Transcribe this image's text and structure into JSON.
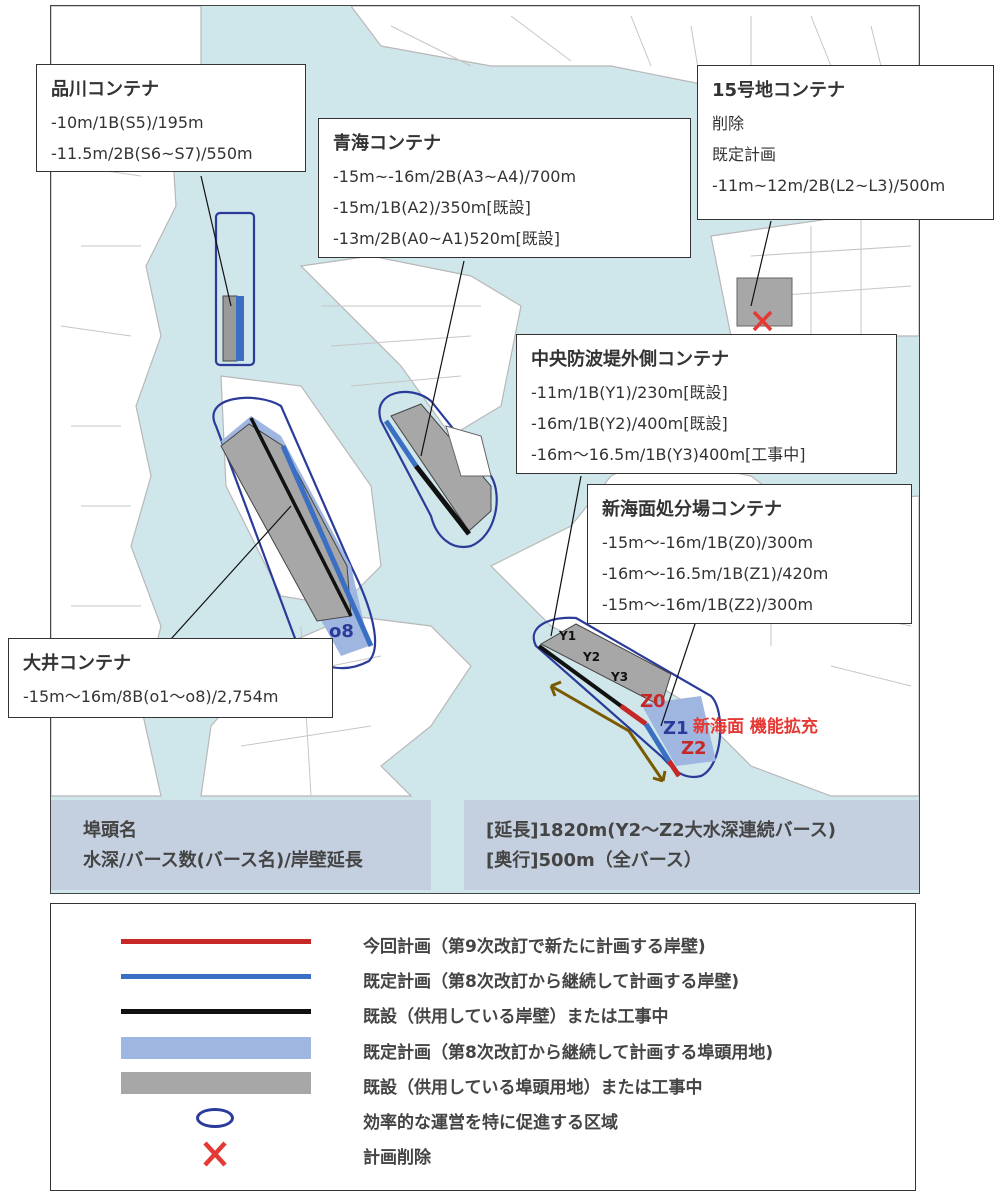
{
  "callouts": {
    "shinagawa": {
      "title": "品川コンテナ",
      "lines": [
        "-10m/1B(S5)/195m",
        "-11.5m/2B(S6~S7)/550m"
      ]
    },
    "aomi": {
      "title": "青海コンテナ",
      "lines": [
        "-15m~-16m/2B(A3~A4)/700m",
        "-15m/1B(A2)/350m[既設]",
        "-13m/2B(A0~A1)520m[既設]"
      ]
    },
    "no15": {
      "title": "15号地コンテナ",
      "lines": [
        "削除",
        "既定計画",
        "-11m~12m/2B(L2~L3)/500m"
      ]
    },
    "chuo": {
      "title": "中央防波堤外側コンテナ",
      "lines": [
        "-11m/1B(Y1)/230m[既設]",
        "-16m/1B(Y2)/400m[既設]",
        "-16m〜16.5m/1B(Y3)400m[工事中]"
      ]
    },
    "shinkaimen": {
      "title": "新海面処分場コンテナ",
      "lines": [
        "-15m〜-16m/1B(Z0)/300m",
        "-16m〜-16.5m/1B(Z1)/420m",
        "-15m〜-16m/1B(Z2)/300m"
      ]
    },
    "oi": {
      "title": "大井コンテナ",
      "lines": [
        "-15m〜16m/8B(o1〜o8)/2,754m"
      ]
    }
  },
  "map_labels": {
    "o8": "o8",
    "y1": "Y1",
    "y2": "Y2",
    "y3": "Y3",
    "z0": "Z0",
    "z1": "Z1",
    "z2": "Z2",
    "expansion": "新海面 機能拡充"
  },
  "key_boxes": {
    "left": [
      "埠頭名",
      "水深/バース数(バース名)/岸壁延長"
    ],
    "right": [
      "[延長]1820m(Y2〜Z2大水深連続バース)",
      "[奥行]500m（全バース）"
    ]
  },
  "legend": [
    {
      "symbol": "red-line",
      "color": "#c62828",
      "text": "今回計画（第9次改訂で新たに計画する岸壁)"
    },
    {
      "symbol": "blue-line",
      "color": "#3a6fc4",
      "text": "既定計画（第8次改訂から継続して計画する岸壁)"
    },
    {
      "symbol": "black-line",
      "color": "#111111",
      "text": "既設（供用している岸壁）または工事中"
    },
    {
      "symbol": "blue-area",
      "color": "#9fb6e0",
      "text": "既定計画（第8次改訂から継続して計画する埠頭用地)"
    },
    {
      "symbol": "gray-area",
      "color": "#a7a7a7",
      "text": "既設（供用している埠頭用地）または工事中"
    },
    {
      "symbol": "oval",
      "color": "#2a3b9a",
      "text": "効率的な運営を特に促進する区域"
    },
    {
      "symbol": "cross",
      "color": "#e53935",
      "text": "計画削除"
    }
  ]
}
